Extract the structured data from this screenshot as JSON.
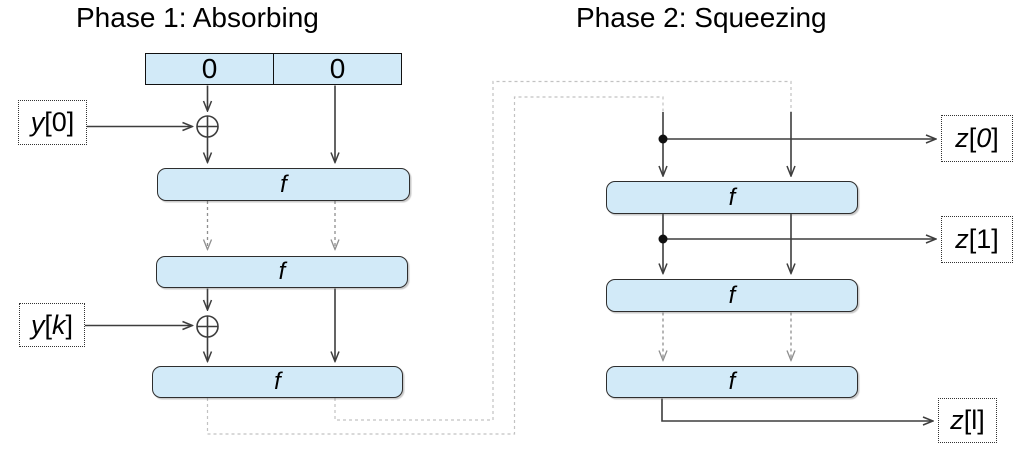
{
  "titles": {
    "phase1": "Phase 1: Absorbing",
    "phase2": "Phase 2: Squeezing"
  },
  "absorbing": {
    "state_cells": [
      "0",
      "0"
    ],
    "f_labels": [
      "f",
      "f",
      "f"
    ],
    "inputs": [
      {
        "label": "y[0]",
        "letter": "y",
        "open": "[",
        "arg": "0",
        "close": "]"
      },
      {
        "label": "y[k]",
        "letter": "y",
        "open": "[",
        "arg": "k",
        "close": "]"
      }
    ]
  },
  "squeezing": {
    "f_labels": [
      "f",
      "f",
      "f"
    ],
    "outputs": [
      {
        "label": "z[0]",
        "letter": "z",
        "open": "[",
        "arg": "0",
        "close": "]"
      },
      {
        "label": "z[1]",
        "letter": "z",
        "open": "[",
        "arg": "1",
        "close": "]"
      },
      {
        "label": "z[l]",
        "letter": "z",
        "open": "[",
        "arg": "l",
        "close": "]"
      }
    ]
  },
  "icons": {
    "xor_symbol": "⊕",
    "junction_dot": "●"
  },
  "colors": {
    "box_fill": "#d2eaf8",
    "box_border": "#2e2e2e",
    "arrow": "#3d3d3d",
    "faded_arrow": "#8f8f8f",
    "loop_line": "#c2c2c2"
  }
}
